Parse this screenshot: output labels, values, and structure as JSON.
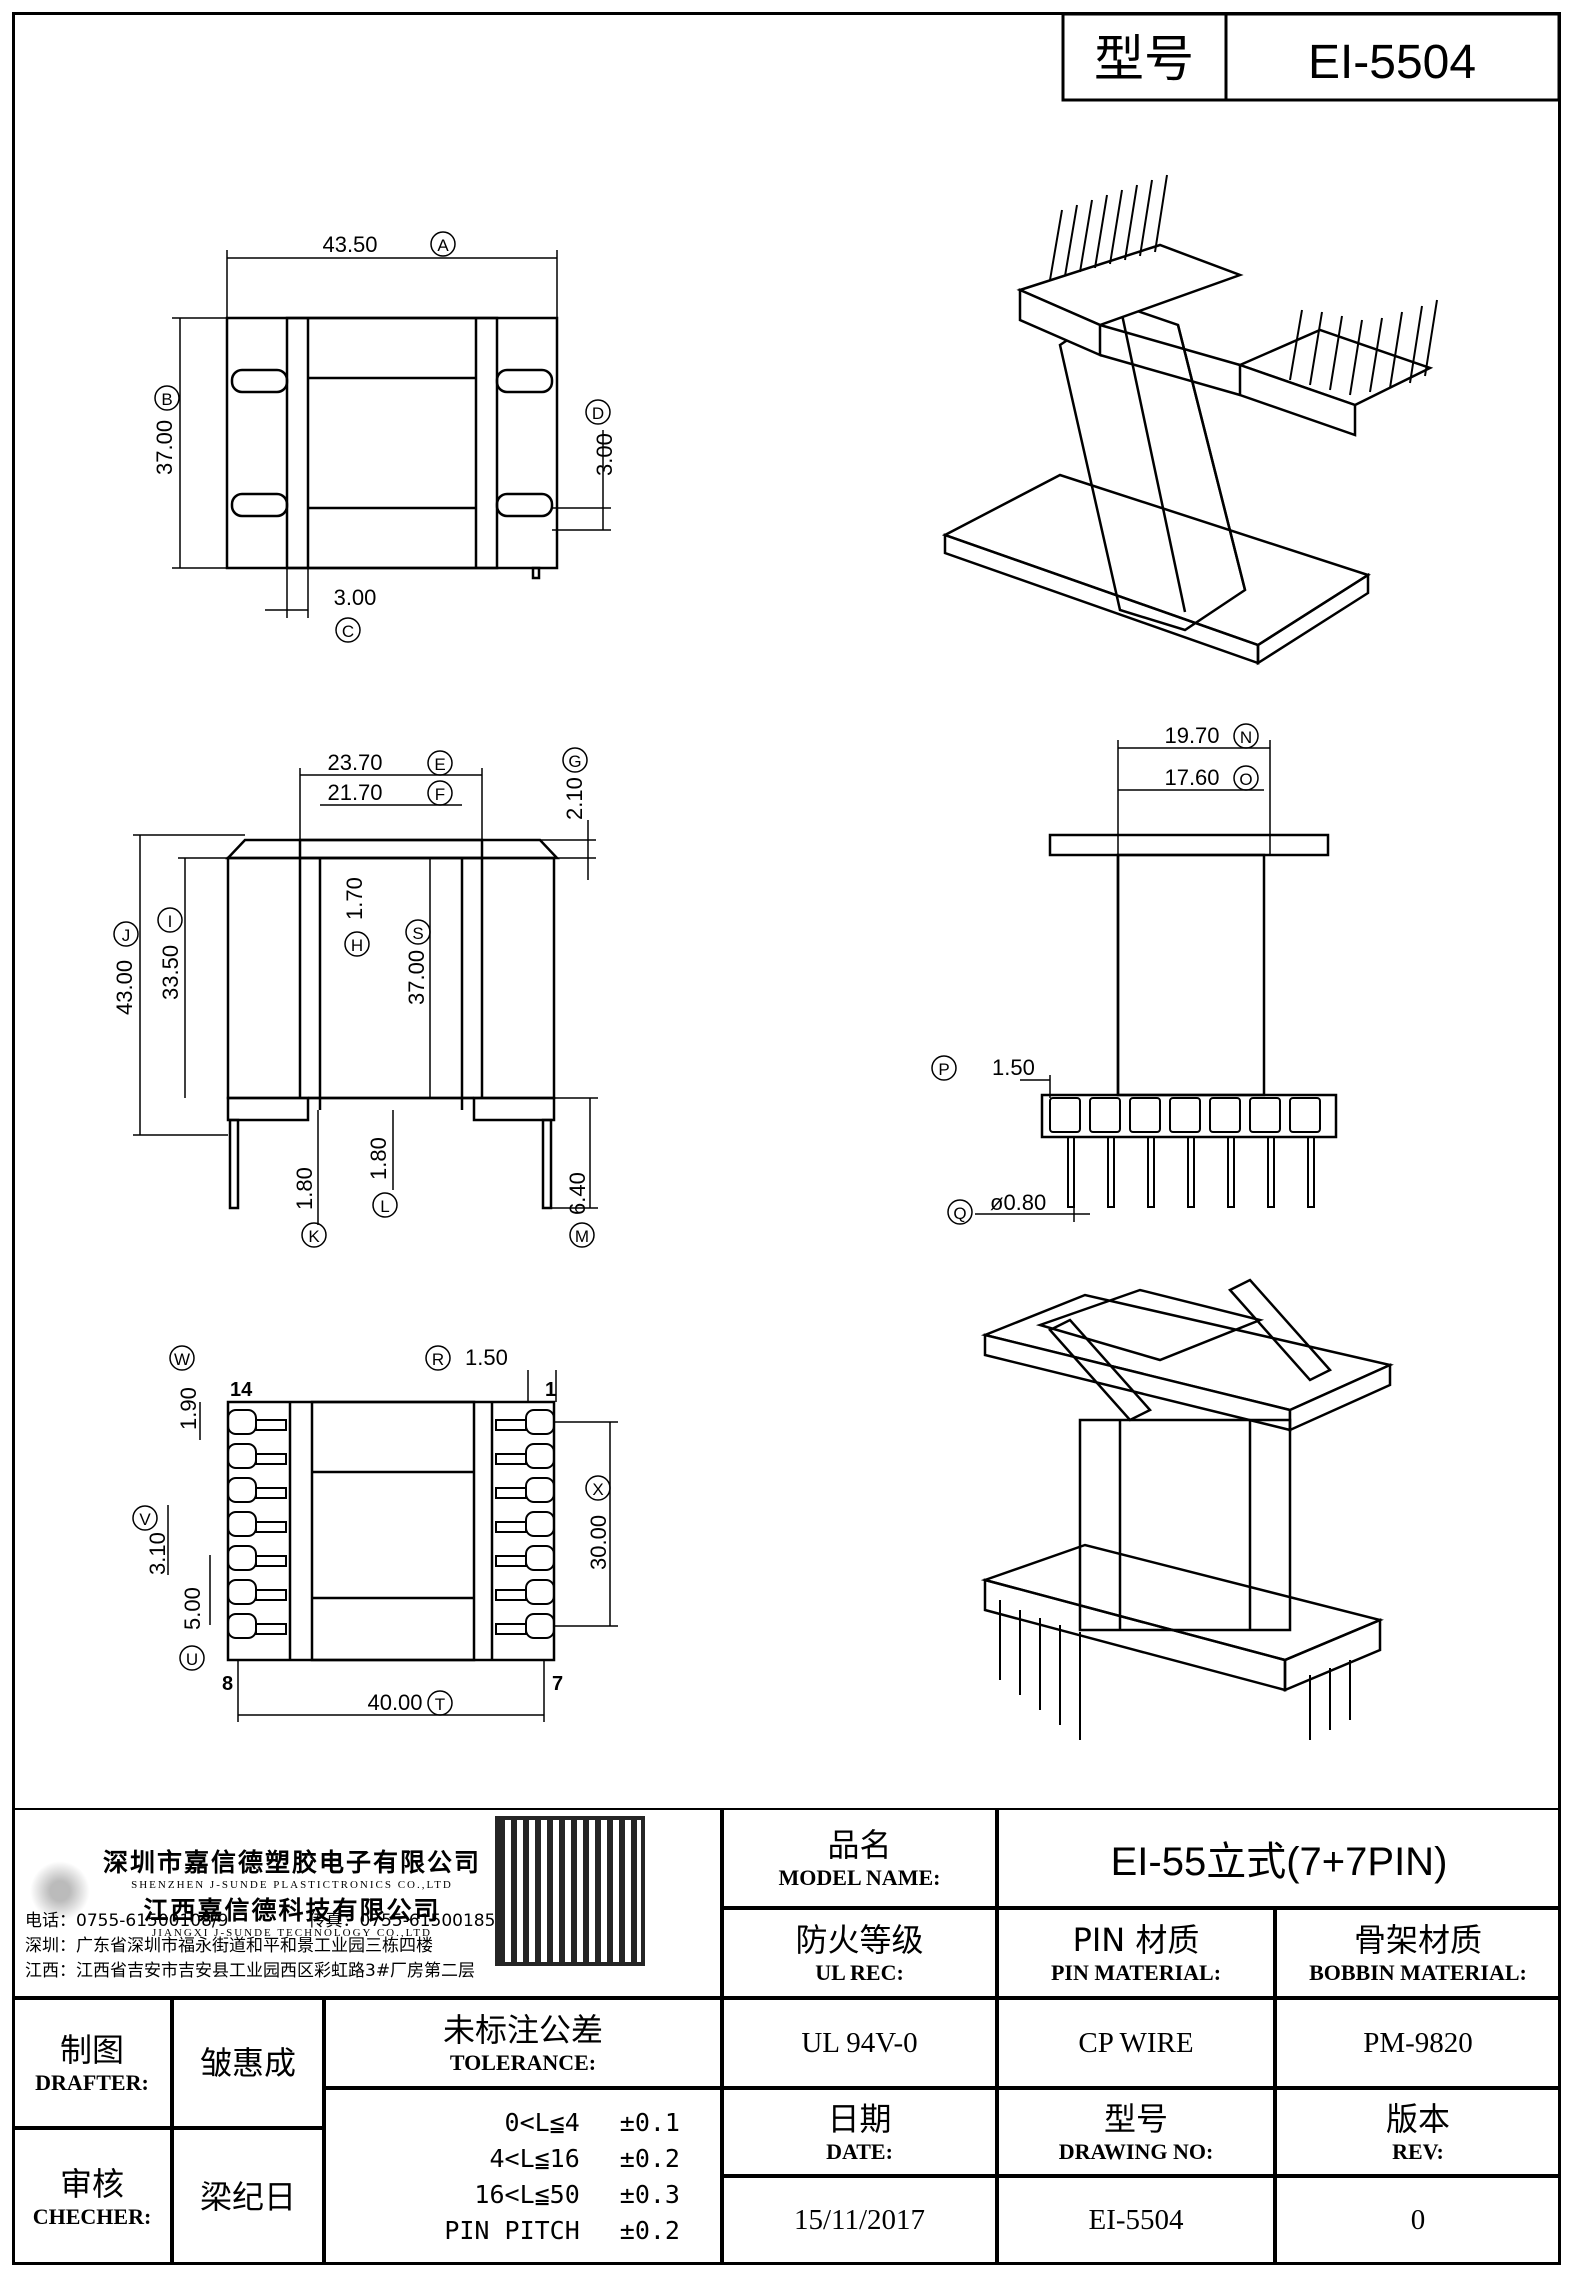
{
  "header": {
    "model_label": "型号",
    "model_value": "EI-5504"
  },
  "dimensions": {
    "A": {
      "value": "43.50",
      "marker": "A"
    },
    "B": {
      "value": "37.00",
      "marker": "B"
    },
    "C": {
      "value": "3.00",
      "marker": "C"
    },
    "D": {
      "value": "3.00",
      "marker": "D"
    },
    "E": {
      "value": "23.70",
      "marker": "E"
    },
    "F": {
      "value": "21.70",
      "marker": "F"
    },
    "G": {
      "value": "2.10",
      "marker": "G"
    },
    "H": {
      "value": "1.70",
      "marker": "H"
    },
    "I": {
      "value": "33.50",
      "marker": "I"
    },
    "J": {
      "value": "43.00",
      "marker": "J"
    },
    "S": {
      "value": "37.00",
      "marker": "S"
    },
    "K": {
      "value": "1.80",
      "marker": "K"
    },
    "L": {
      "value": "1.80",
      "marker": "L"
    },
    "M": {
      "value": "6.40",
      "marker": "M"
    },
    "N": {
      "value": "19.70",
      "marker": "N"
    },
    "O": {
      "value": "17.60",
      "marker": "O"
    },
    "P": {
      "value": "1.50",
      "marker": "P"
    },
    "Q": {
      "value": "ø0.80",
      "marker": "Q"
    },
    "R": {
      "value": "1.50",
      "marker": "R"
    },
    "W": {
      "value": "1.90",
      "marker": "W"
    },
    "V": {
      "value": "3.10",
      "marker": "V"
    },
    "U": {
      "value": "5.00",
      "marker": "U"
    },
    "X": {
      "value": "30.00",
      "marker": "X"
    },
    "T": {
      "value": "40.00",
      "marker": "T"
    }
  },
  "pins": {
    "p14": "14",
    "p1": "1",
    "p8": "8",
    "p7": "7"
  },
  "company": {
    "name_sz": "深圳市嘉信德塑胶电子有限公司",
    "name_sz_en": "SHENZHEN J-SUNDE PLASTICTRONICS CO.,LTD",
    "name_jx": "江西嘉信德科技有限公司",
    "name_jx_en": "JIANGXI J-SUNDE TECHNOLOGY CO.,LTD",
    "phone": "电话：0755-61500108/9",
    "fax": "传真：0755-61500185",
    "addr_sz": "深圳：广东省深圳市福永街道和平和景工业园三栋四楼",
    "addr_jx": "江西：江西省吉安市吉安县工业园西区彩虹路3#厂房第二层"
  },
  "title_block": {
    "model_name_cn": "品名",
    "model_name_en": "MODEL NAME:",
    "model_name_value": "EI-55立式(7+7PIN)",
    "ul_cn": "防火等级",
    "ul_en": "UL REC:",
    "pin_mat_cn": "PIN 材质",
    "pin_mat_en": "PIN MATERIAL:",
    "bobbin_mat_cn": "骨架材质",
    "bobbin_mat_en": "BOBBIN MATERIAL:",
    "ul_value": "UL 94V-0",
    "pin_mat_value": "CP WIRE",
    "bobbin_mat_value": "PM-9820",
    "drafter_cn": "制图",
    "drafter_en": "DRAFTER:",
    "drafter_value": "皱惠成",
    "checker_cn": "审核",
    "checker_en": "CHECHER:",
    "checker_value": "梁纪日",
    "tolerance_cn": "未标注公差",
    "tolerance_en": "TOLERANCE:",
    "tolerances": [
      {
        "range": "0<L≦4",
        "value": "±0.1"
      },
      {
        "range": "4<L≦16",
        "value": "±0.2"
      },
      {
        "range": "16<L≦50",
        "value": "±0.3"
      },
      {
        "range": "PIN PITCH",
        "value": "±0.2"
      }
    ],
    "date_cn": "日期",
    "date_en": "DATE:",
    "drawing_no_cn": "型号",
    "drawing_no_en": "DRAWING NO:",
    "rev_cn": "版本",
    "rev_en": "REV:",
    "date_value": "15/11/2017",
    "drawing_no_value": "EI-5504",
    "rev_value": "0"
  }
}
